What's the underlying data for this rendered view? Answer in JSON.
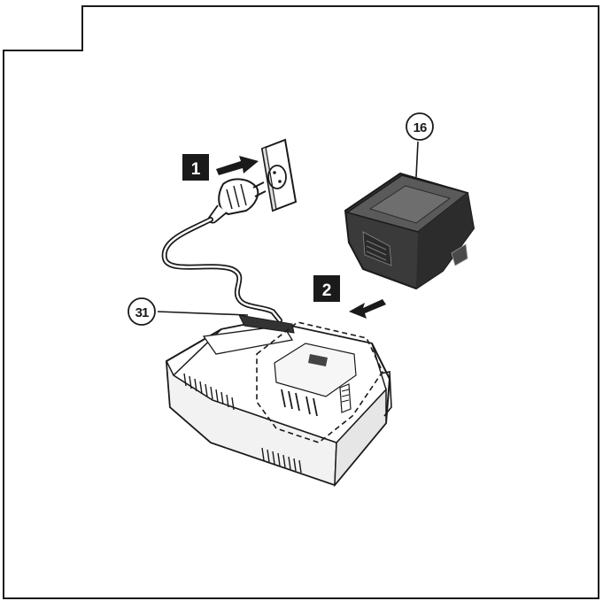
{
  "callouts": {
    "battery": "16",
    "charger_cord": "31"
  },
  "steps": {
    "step1": "1",
    "step2": "2"
  },
  "colors": {
    "ink": "#1a1a1a",
    "battery_fill": "#3a3a3a",
    "battery_top": "#5a5a5a",
    "paper": "#ffffff"
  }
}
